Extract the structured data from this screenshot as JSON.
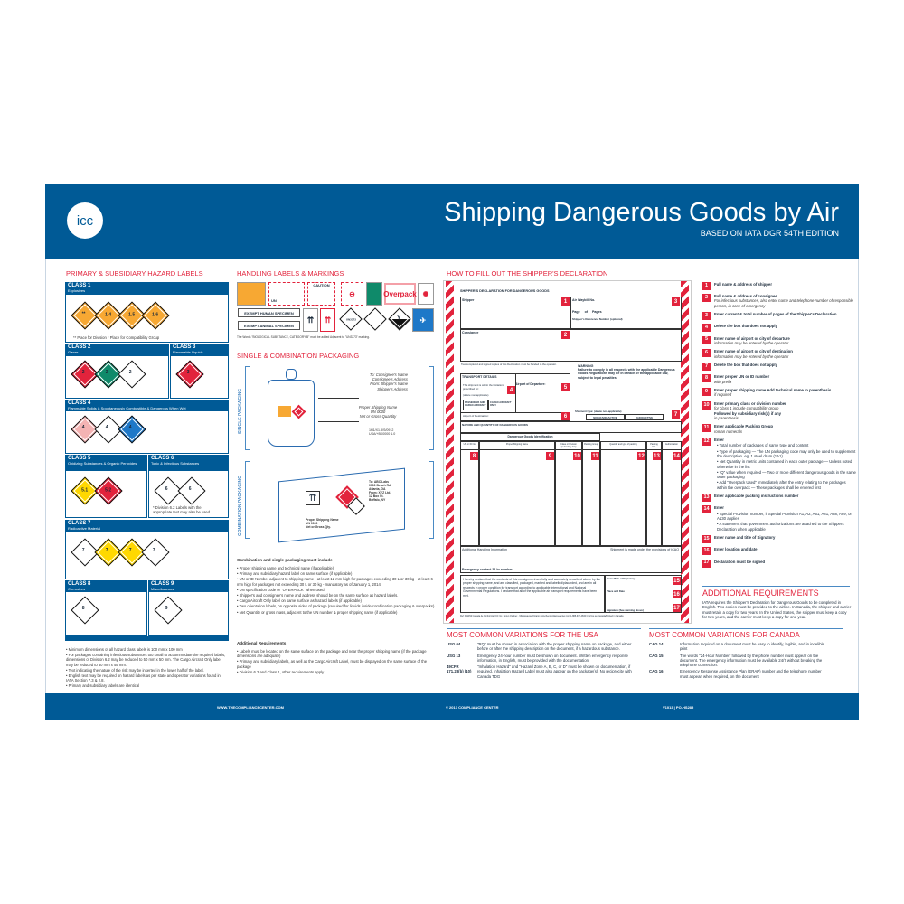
{
  "header": {
    "logo": "icc",
    "title": "Shipping Dangerous Goods by Air",
    "subtitle": "BASED ON IATA DGR 54TH EDITION"
  },
  "colors": {
    "brand_blue": "#005a96",
    "accent_red": "#e2233c"
  },
  "hazard": {
    "title": "PRIMARY & SUBSIDIARY HAZARD LABELS",
    "classes": [
      {
        "name": "CLASS 1",
        "desc": "Explosives",
        "labels": [
          {
            "t": "**",
            "c": "#f7a833"
          },
          {
            "t": "1.4",
            "c": "#f7a833"
          },
          {
            "t": "1.5",
            "c": "#f7a833"
          },
          {
            "t": "1.6",
            "c": "#f7a833"
          }
        ],
        "note": "** Place for Division   * Place for Compatibility Group"
      },
      {
        "name": "CLASS 2",
        "desc": "Gases",
        "labels": [
          {
            "t": "2",
            "c": "#e2233c"
          },
          {
            "t": "2",
            "c": "#0f8a6a"
          },
          {
            "t": "2",
            "c": "#ffffff"
          }
        ]
      },
      {
        "name": "CLASS 3",
        "desc": "Flammable Liquids",
        "labels": [
          {
            "t": "3",
            "c": "#e2233c"
          }
        ]
      },
      {
        "name": "CLASS 4",
        "desc": "Flammable Solids & Spontaneously Combustible & Dangerous When Wet",
        "labels": [
          {
            "t": "4",
            "c": "#f4b3b3"
          },
          {
            "t": "4",
            "c": "#ffffff"
          },
          {
            "t": "4",
            "c": "#1e78c8"
          }
        ]
      },
      {
        "name": "CLASS 5",
        "desc": "Oxidizing Substances & Organic Peroxides",
        "labels": [
          {
            "t": "5.1",
            "c": "#ffd800"
          },
          {
            "t": "5.2",
            "c": "#e2233c"
          }
        ]
      },
      {
        "name": "CLASS 6",
        "desc": "Toxic & Infectious Substances",
        "labels": [
          {
            "t": "6",
            "c": "#ffffff"
          },
          {
            "t": "6",
            "c": "#ffffff"
          }
        ],
        "note": "* Division 6.2 Labels with the appropriate text may also be used."
      },
      {
        "name": "CLASS 7",
        "desc": "Radioactive Material",
        "labels": [
          {
            "t": "7",
            "c": "#ffffff"
          },
          {
            "t": "7",
            "c": "#ffd800"
          },
          {
            "t": "7",
            "c": "#ffd800"
          },
          {
            "t": "7",
            "c": "#ffffff"
          }
        ]
      },
      {
        "name": "CLASS 8",
        "desc": "Corrosives",
        "labels": [
          {
            "t": "8",
            "c": "#ffffff"
          }
        ]
      },
      {
        "name": "CLASS 9",
        "desc": "Miscellaneous",
        "labels": [
          {
            "t": "9",
            "c": "#ffffff"
          }
        ]
      }
    ],
    "notes": [
      "Minimum dimensions of all hazard class labels is 100 mm x 100 mm",
      "For packages containing infectious substances too small to accommodate the required labels, dimensions of Division 6.2 may be reduced to 50 mm x 50 mm. The Cargo Aircraft Only label may be reduced to 60 mm x 55 mm.",
      "Text indicating the nature of the risk may be inserted in the lower half of the label.",
      "English text may be required on hazard labels as per state and operator variations found in IATA Section 7.3 & 2.8.",
      "Primary and subsidiary labels are identical"
    ]
  },
  "handling": {
    "title": "HANDLING LABELS & MARKINGS",
    "un": "UN",
    "caution": "CAUTION",
    "overpack": "Overpack",
    "exempt_human": "EXEMPT HUMAN SPECIMEN",
    "exempt_animal": "EXEMPT ANIMAL SPECIMEN",
    "un3373": "UN3373",
    "y": "Y",
    "caption": "The Words \"BIOLOGICAL SUBSTANCE, CATEGORY B\" must be added Adjacent to \"UN3373\" marking."
  },
  "packaging": {
    "title": "SINGLE & COMBINATION PACKAGING",
    "single_label": "SINGLE PACKAGING",
    "combo_label": "COMBINATION PACKAGING",
    "to": "To: Consignee's Name",
    "to_addr": "Consignee's Address",
    "from": "From: Shipper's Name",
    "from_addr": "Shipper's Address",
    "psn": "Proper Shipping Name",
    "un": "UN 0000",
    "net": "Net or Gross Quantity",
    "spec1": "1H1/X1.8/S/0912",
    "spec2": "USA/+BK0000 1.0",
    "box_to": "To: ABC Labs",
    "box_to2": "0000 Beach Rd.",
    "box_to3": "Atlanta, GA",
    "box_from": "From: XYZ Ltd.",
    "box_from2": "12 Box St.",
    "box_from3": "Buffalo, NY",
    "box_psn": "Proper Shipping Name",
    "box_un": "UN 0000",
    "box_net": "Net or Gross Qty."
  },
  "requirements": {
    "title": "Combination and single packaging must include",
    "items": [
      "Proper shipping name and technical name (if applicable)",
      "Primary and subsidiary hazard label on same surface (if applicable)",
      "UN or ID Number adjacent to shipping name - at least 12 mm high for packages exceeding 30 L or 30 kg - at least 6 mm high for packages not exceeding 30 L or 30 kg - mandatory as of January 1, 2014",
      "UN specification code or \"OVERPACK\" when used",
      "Shipper's and consignee's name and address should be on the same surface as hazard labels.",
      "Cargo Aircraft Only label on same surface as hazard labels (if applicable)",
      "Two orientation labels, on opposite sides of package (required for liquids inside combination packaging & overpacks)",
      "Net Quantity or gross mass, adjacent to the UN number & proper shipping name (if applicable)"
    ],
    "additional_title": "Additional Requirements",
    "additional": [
      "Labels must be located on the same surface on the package and near the proper shipping name (if the package dimensions are adequate)",
      "Primary and subsidiary labels, as well as the Cargo Aircraft Label, must be displayed on the same surface of the package",
      "Division 6.2 and Class 1, other requirements apply."
    ]
  },
  "declaration": {
    "section_title": "HOW TO FILL OUT THE SHIPPER'S DECLARATION",
    "form_title": "SHIPPER'S DECLARATION FOR DANGEROUS GOODS",
    "shipper": "Shipper",
    "awb": "Air Waybill No.",
    "page": "Page",
    "of": "of",
    "pages": "Pages",
    "ref": "Shipper's Reference Number (optional)",
    "consignee": "Consignee",
    "copies_note": "Two completed and signed copies of this Declaration must be handed to the operator.",
    "warning_title": "WARNING",
    "warning": "Failure to comply in all respects with the applicable Dangerous Goods Regulations may be in breach of the applicable law, subject to legal penalties.",
    "transport": "TRANSPORT DETAILS",
    "limitations": "This shipment is within the limitations prescribed for:",
    "delete": "(delete non-applicable)",
    "pax": "PASSENGER AND CARGO AIRCRAFT",
    "cao": "CARGO AIRCRAFT ONLY",
    "departure": "Airport of Departure:",
    "destination": "Airport of Destination:",
    "shipment_type": "Shipment type: (delete non-applicable)",
    "nonrad": "NON-RADIOACTIVE",
    "rad": "RADIOACTIVE",
    "nature": "NATURE AND QUANTITY OF DANGEROUS GOODS",
    "identification": "Dangerous Goods Identification",
    "columns": [
      "UN or ID No.",
      "Proper Shipping Name",
      "Class or Division (subsidiary risk)",
      "Packing Group",
      "Quantity and type of packing",
      "Packing Inst.",
      "Authorization"
    ],
    "column_numbers": [
      "8",
      "9",
      "10",
      "11",
      "12",
      "13",
      "14"
    ],
    "additional": "Additional Handling Information",
    "icao": "Shipment is made under the provisions of ICAO",
    "emergency": "Emergency contact 24-hr number:",
    "declare": "I hereby declare that the contents of this consignment are fully and accurately described above by the proper shipping name, and are classified, packaged, marked and labelled/placarded, and are in all respects in proper condition for transport according to applicable International and National Governmental Regulations. I declare that all of the applicable air transport requirements have been met.",
    "signatory": "Name/Title of Signatory",
    "place": "Place and Date",
    "signature": "Signature   (See warning above)",
    "form_footer": "Ref: DGR92  Canada de Conformité ICC Inc.  Group Québec · Mississauga, Ontario   www.thecompliancecenter.com   1-888-977-4834   Imprimé au Canada/Printed in Canada"
  },
  "instructions": [
    {
      "n": "1",
      "b": "Full name & address of shipper"
    },
    {
      "n": "2",
      "b": "Full name & address of consignee",
      "i": "For infectious substances, also enter name and telephone number of responsible person, in case of emergency"
    },
    {
      "n": "3",
      "b": "Enter current & total number of pages of the Shipper's Declaration"
    },
    {
      "n": "4",
      "b": "Delete the box that does not apply"
    },
    {
      "n": "5",
      "b": "Enter name of airport or city of departure",
      "i": "information may be entered by the operator"
    },
    {
      "n": "6",
      "b": "Enter name of airport or city of destination",
      "i": "information may be entered by the operator"
    },
    {
      "n": "7",
      "b": "Delete the box that does not apply"
    },
    {
      "n": "8",
      "b": "Enter proper UN or ID number",
      "i": "with prefix"
    },
    {
      "n": "9",
      "b": "Enter proper shipping name Add technical name in parenthesis",
      "i": "if required"
    },
    {
      "n": "10",
      "b": "Enter primary class or division number",
      "i": "for class 1 include compatibility group",
      "b2": "Followed by subsidiary risk(s) if any",
      "i2": "in parenthesis"
    },
    {
      "n": "11",
      "b": "Enter applicable Packing Group",
      "i": "roman numerals"
    },
    {
      "n": "12",
      "b": "Enter",
      "list": [
        "Total number of packages of same type and content",
        "Type of packaging — The UN packaging code may only be used to supplement the description. eg: 1 steel drum (1A1)",
        "Net Quantity in metric units contained in each outer package — Unless noted otherwise in the list",
        "\"Q\" value when required — Two or more different dangerous goods in the same outer packaging",
        "Add \"Overpack Used\" immediately after the entry relating to the packages within the overpack — These packages shall be entered first"
      ]
    },
    {
      "n": "13",
      "b": "Enter applicable packing instructions number"
    },
    {
      "n": "14",
      "b": "Enter",
      "list": [
        "Special Provision number, if Special Provision A1, A2, A51, A81, A88, A99, or A130 applies",
        "A statement that government authorizations are attached to the Shippers Declaration when applicable"
      ]
    },
    {
      "n": "15",
      "b": "Enter name and title of Signatory"
    },
    {
      "n": "16",
      "b": "Enter location and date"
    },
    {
      "n": "17",
      "b": "Declaration must be signed"
    }
  ],
  "additional_requirements": {
    "title": "ADDITIONAL REQUIREMENTS",
    "text": "IATA requires the Shipper's Declaration for Dangerous Goods to be completed in English. Two copies must be provided to the airline. In Canada, the shipper and carrier must retain a copy for two years. In the United States, the shipper must keep a copy for two years, and the carrier must keep a copy for one year."
  },
  "usa": {
    "title": "MOST COMMON VARIATIONS FOR THE USA",
    "rows": [
      {
        "code": "USG 04",
        "text": "\"RQ\" must be shown in association with the proper shipping name on package, and either before or after the shipping description on the document, if a hazardous substance."
      },
      {
        "code": "USG 13",
        "text": "Emergency 24-hour number must be shown on document. Written emergency response information, in English, must be provided with the documentation."
      },
      {
        "code": "49CFR 171.23(b) (10)",
        "text": "\"Inhalation Hazard\" and \"Hazard Zone A, B, C, or D\" must be shown on documentation, if required. Inhalation Hazard Label must also appear on the package(s). No reciprocity with Canada TDG"
      }
    ]
  },
  "canada": {
    "title": "MOST COMMON VARIATIONS FOR CANADA",
    "rows": [
      {
        "code": "CAG 14",
        "text": "Information required on a document must be easy to identify, legible, and in indelible print"
      },
      {
        "code": "CAG 15",
        "text": "The words \"24-Hour Number\" followed by the phone number must appear on the document. The emergency information must be available 24/7 without breaking the telephone connection."
      },
      {
        "code": "CAG 16",
        "text": "Emergency Response Assistance Plan (ERAP) number and the telephone number must appear, when required, on the document"
      }
    ]
  },
  "footer": {
    "website": "WWW.THECOMPLIANCECENTER.COM",
    "copyright": "© 2013 COMPLIANCE CENTER",
    "code": "V1013 | PO-HS285"
  }
}
